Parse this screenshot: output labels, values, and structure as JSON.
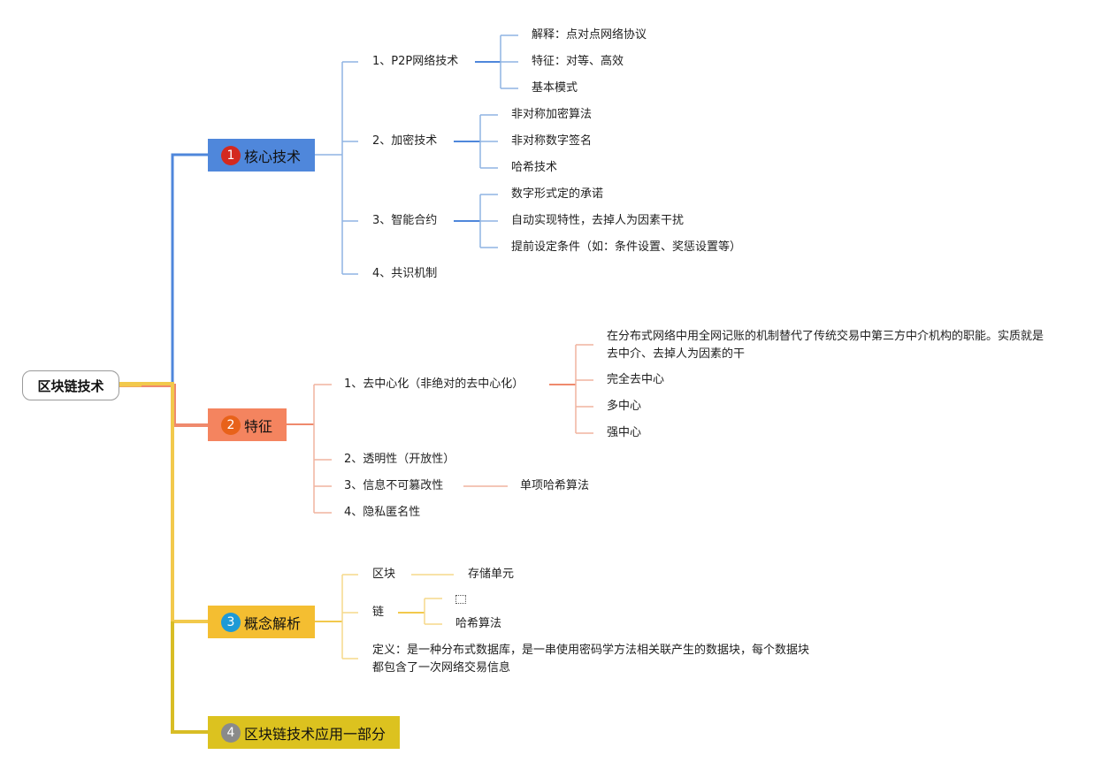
{
  "root": {
    "label": "区块链技术"
  },
  "branches": [
    {
      "number": "1",
      "label": "核心技术",
      "fill": "#4f87db",
      "badge_color": "#d3291f",
      "line_color": "#4f87db",
      "children": [
        {
          "label": "1、P2P网络技术",
          "children": [
            "解释：点对点网络协议",
            "特征：对等、高效",
            "基本模式"
          ]
        },
        {
          "label": "2、加密技术",
          "children": [
            "非对称加密算法",
            "非对称数字签名",
            "哈希技术"
          ]
        },
        {
          "label": "3、智能合约",
          "children": [
            "数字形式定的承诺",
            "自动实现特性，去掉人为因素干扰",
            "提前设定条件（如：条件设置、奖惩设置等）"
          ]
        },
        {
          "label": "4、共识机制",
          "children": []
        }
      ]
    },
    {
      "number": "2",
      "label": "特征",
      "fill": "#f4845f",
      "badge_color": "#e8621a",
      "line_color": "#ef8a6d",
      "children": [
        {
          "label": "1、去中心化（非绝对的去中心化）",
          "children": [
            "在分布式网络中用全网记账的机制替代了传统交易中第三方中介机构的职能。实质就是去中介、去掉人为因素的干",
            "完全去中心",
            "多中心",
            "强中心"
          ]
        },
        {
          "label": "2、透明性（开放性）",
          "children": []
        },
        {
          "label": "3、信息不可篡改性",
          "children": [
            "单项哈希算法"
          ]
        },
        {
          "label": "4、隐私匿名性",
          "children": []
        }
      ]
    },
    {
      "number": "3",
      "label": "概念解析",
      "fill": "#f4be31",
      "badge_color": "#1e9ad6",
      "line_color": "#f2c94c",
      "children": [
        {
          "label": "区块",
          "children": [
            "存储单元"
          ]
        },
        {
          "label": "链",
          "children": [
            "",
            "哈希算法"
          ]
        },
        {
          "label": "定义：是一种分布式数据库，是一串使用密码学方法相关联产生的数据块，每个数据块都包含了一次网络交易信息",
          "children": []
        }
      ]
    },
    {
      "number": "4",
      "label": "区块链技术应用一部分",
      "fill": "#dcc21f",
      "badge_color": "#8a8a8a",
      "line_color": "#d8bd25",
      "children": []
    }
  ]
}
